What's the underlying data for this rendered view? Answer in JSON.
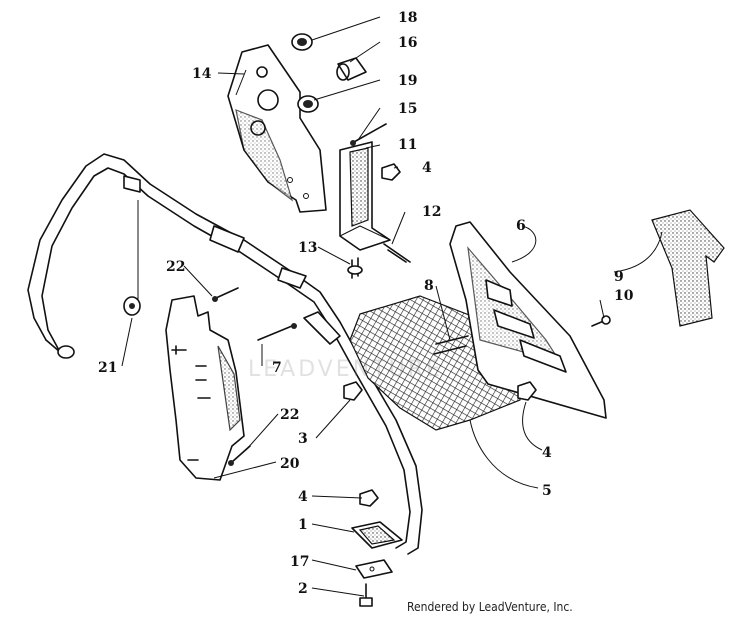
{
  "watermark": "LEADVENTURE",
  "credit": "Rendered by LeadVenture, Inc.",
  "callouts": [
    {
      "id": "c18",
      "label": "18"
    },
    {
      "id": "c16",
      "label": "16"
    },
    {
      "id": "c14",
      "label": "14"
    },
    {
      "id": "c19",
      "label": "19"
    },
    {
      "id": "c15",
      "label": "15"
    },
    {
      "id": "c11",
      "label": "11"
    },
    {
      "id": "c4a",
      "label": "4"
    },
    {
      "id": "c12",
      "label": "12"
    },
    {
      "id": "c6",
      "label": "6"
    },
    {
      "id": "c13",
      "label": "13"
    },
    {
      "id": "c9",
      "label": "9"
    },
    {
      "id": "c22a",
      "label": "22"
    },
    {
      "id": "c8",
      "label": "8"
    },
    {
      "id": "c10",
      "label": "10"
    },
    {
      "id": "c21",
      "label": "21"
    },
    {
      "id": "c7",
      "label": "7"
    },
    {
      "id": "c22b",
      "label": "22"
    },
    {
      "id": "c3",
      "label": "3"
    },
    {
      "id": "c4b",
      "label": "4"
    },
    {
      "id": "c20",
      "label": "20"
    },
    {
      "id": "c5",
      "label": "5"
    },
    {
      "id": "c4c",
      "label": "4"
    },
    {
      "id": "c1",
      "label": "1"
    },
    {
      "id": "c17",
      "label": "17"
    },
    {
      "id": "c2",
      "label": "2"
    }
  ]
}
